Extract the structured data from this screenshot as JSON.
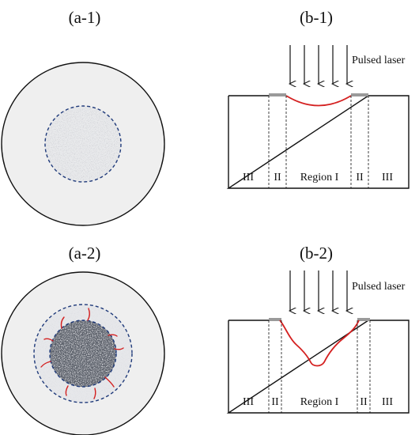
{
  "panels": {
    "a1": {
      "label": "(a-1)"
    },
    "b1": {
      "label": "(b-1)"
    },
    "a2": {
      "label": "(a-2)"
    },
    "b2": {
      "label": "(b-2)"
    }
  },
  "b1": {
    "laser_label": "Pulsed laser",
    "regions": {
      "left3": "III",
      "left2": "II",
      "center": "Region I",
      "right2": "II",
      "right3": "III"
    }
  },
  "b2": {
    "laser_label": "Pulsed laser",
    "regions": {
      "left3": "III",
      "left2": "II",
      "center": "Region I",
      "right2": "II",
      "right3": "III"
    }
  },
  "colors": {
    "background": "#ffffff",
    "disc_fill": "#efefef",
    "outline": "#111111",
    "dashed_circle": "#1f3a7a",
    "crater_line": "#d42020",
    "ledge": "#9a9a9a",
    "arrow": "#111111",
    "dark_region": "#555a64"
  }
}
